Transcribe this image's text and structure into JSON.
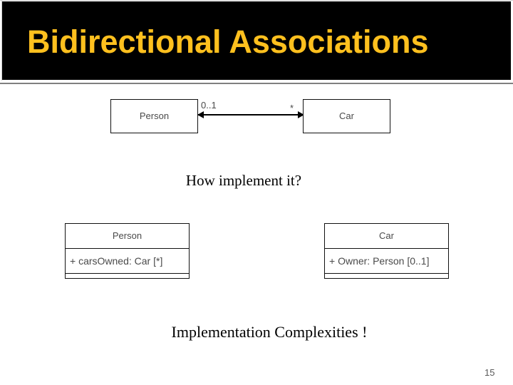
{
  "slide": {
    "title": "Bidirectional Associations",
    "page_number": "15",
    "colors": {
      "title_text": "#FFC01E",
      "header_background": "#000000",
      "divider_line": "#808080",
      "diagram_text": "#4a4a4a",
      "box_border": "#111111",
      "body_text": "#000000"
    }
  },
  "association_diagram": {
    "left_class": "Person",
    "right_class": "Car",
    "left_multiplicity": "0..1",
    "right_multiplicity": "*"
  },
  "question_text": "How implement it?",
  "class_boxes": [
    {
      "name": "Person",
      "attribute": "+ carsOwned: Car [*]"
    },
    {
      "name": "Car",
      "attribute": "+ Owner: Person [0..1]"
    }
  ],
  "closing_text": "Implementation Complexities !"
}
